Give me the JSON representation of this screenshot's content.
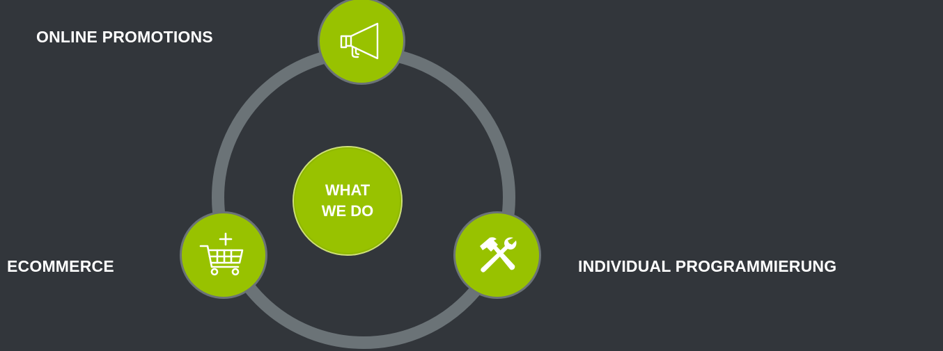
{
  "diagram": {
    "center": {
      "line1": "WHAT",
      "line2": "WE DO"
    },
    "nodes": [
      {
        "label": "ONLINE PROMOTIONS",
        "icon": "megaphone-icon"
      },
      {
        "label": "ECOMMERCE",
        "icon": "shopping-cart-add-icon"
      },
      {
        "label": "INDIVIDUAL PROGRAMMIERUNG",
        "icon": "hammer-wrench-icon"
      }
    ],
    "colors": {
      "background": "#32363b",
      "accent": "#98c200",
      "ring": "#6b7377",
      "text": "#ffffff"
    }
  }
}
